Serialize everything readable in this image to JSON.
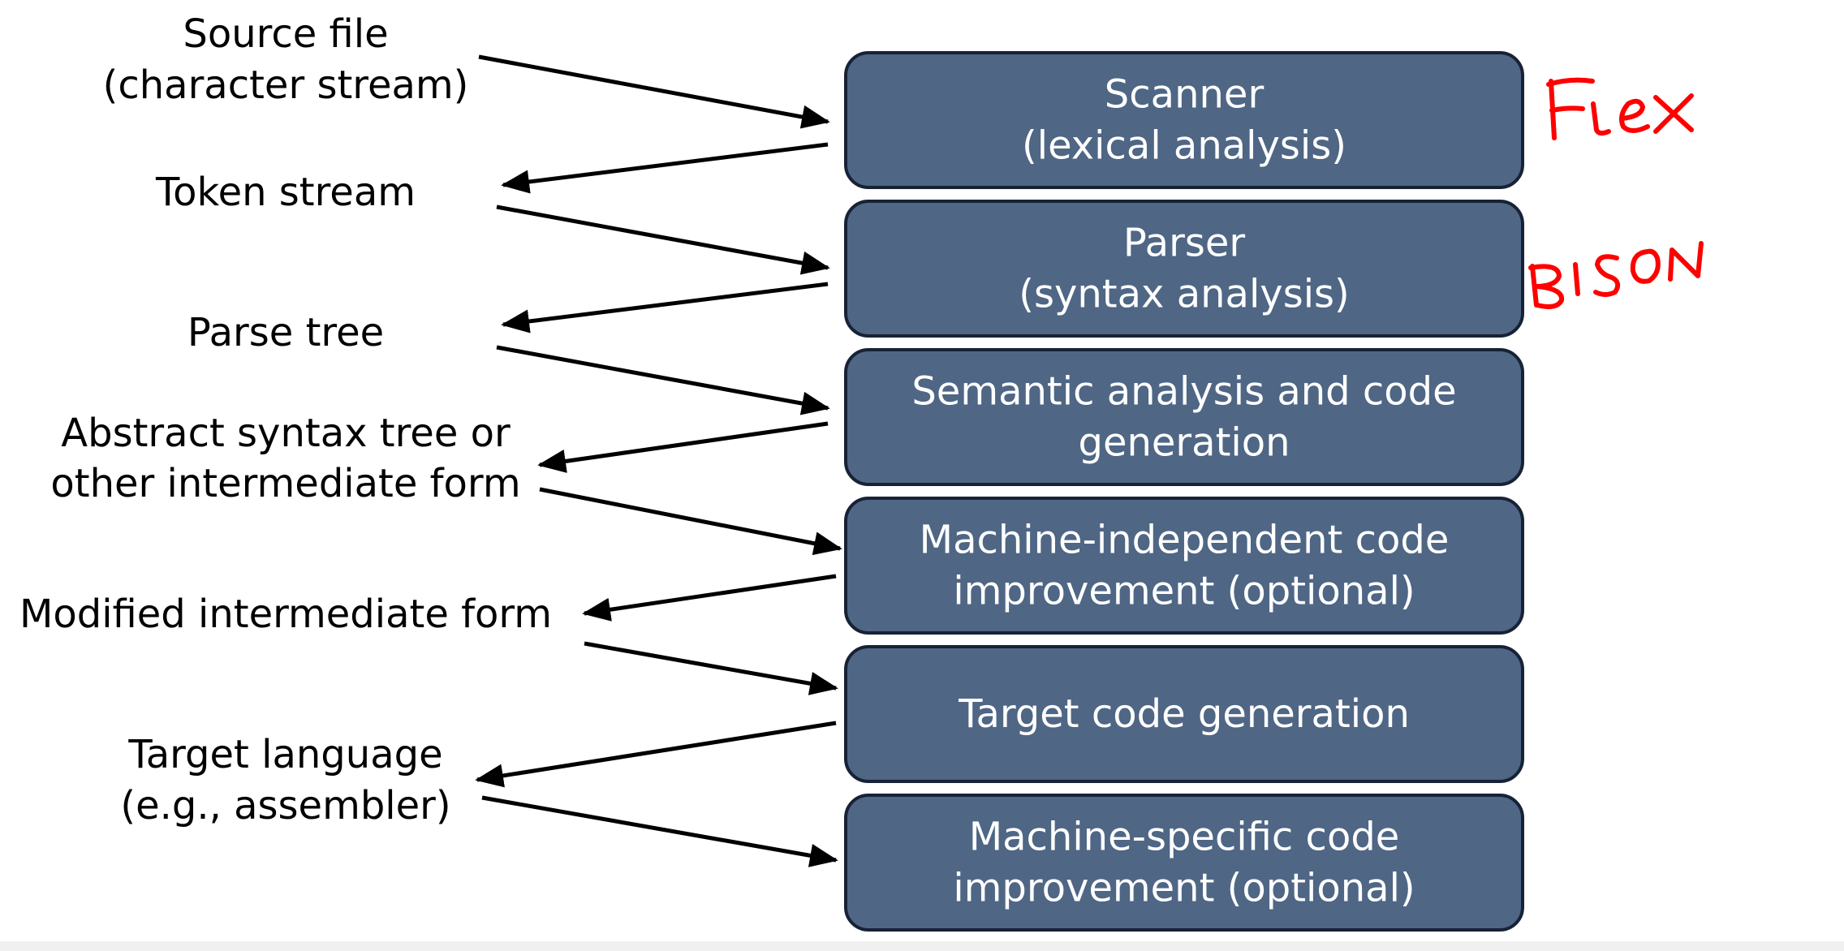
{
  "inputs_outputs": [
    [
      "Source file",
      "(character stream)"
    ],
    [
      "Token stream"
    ],
    [
      "Parse tree"
    ],
    [
      "Abstract syntax tree or",
      "other intermediate form"
    ],
    [
      "Modified intermediate form"
    ],
    [
      "Target language",
      "(e.g., assembler)"
    ]
  ],
  "stages": [
    [
      "Scanner",
      "(lexical analysis)"
    ],
    [
      "Parser",
      "(syntax analysis)"
    ],
    [
      "Semantic analysis and code",
      "generation"
    ],
    [
      "Machine-independent code",
      "improvement (optional)"
    ],
    [
      "Target code generation"
    ],
    [
      "Machine-specific code",
      "improvement (optional)"
    ]
  ],
  "tool_annotations": {
    "scanner": "Flex",
    "parser": "Bison"
  },
  "colors": {
    "stage_fill": "#4f6685",
    "stage_border": "#172236",
    "annotation": "#ff0000"
  }
}
